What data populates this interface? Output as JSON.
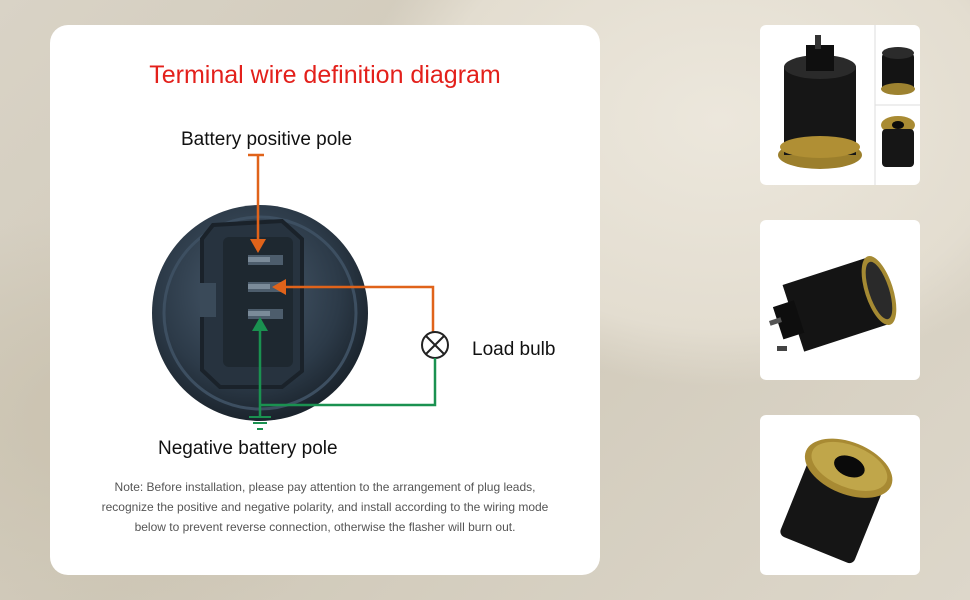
{
  "diagram": {
    "title": "Terminal wire definition diagram",
    "labels": {
      "battery_positive": "Battery positive pole",
      "load_bulb": "Load bulb",
      "negative_battery": "Negative battery pole"
    },
    "note": "Note: Before installation, please pay attention to the arrangement of plug leads, recognize the positive and negative polarity, and install according to the wiring mode below to prevent reverse connection, otherwise the flasher will burn out.",
    "colors": {
      "title": "#e3201b",
      "positive_wire": "#e0631a",
      "load_wire": "#e0631a",
      "negative_wire": "#1a9150"
    },
    "icons": [
      "ground-symbol-icon",
      "bulb-symbol-icon",
      "positive-terminal-icon"
    ]
  },
  "gallery": {
    "photos": [
      "flasher-relay-top-view",
      "flasher-relay-side-view",
      "flasher-relay-bottom-view"
    ]
  }
}
